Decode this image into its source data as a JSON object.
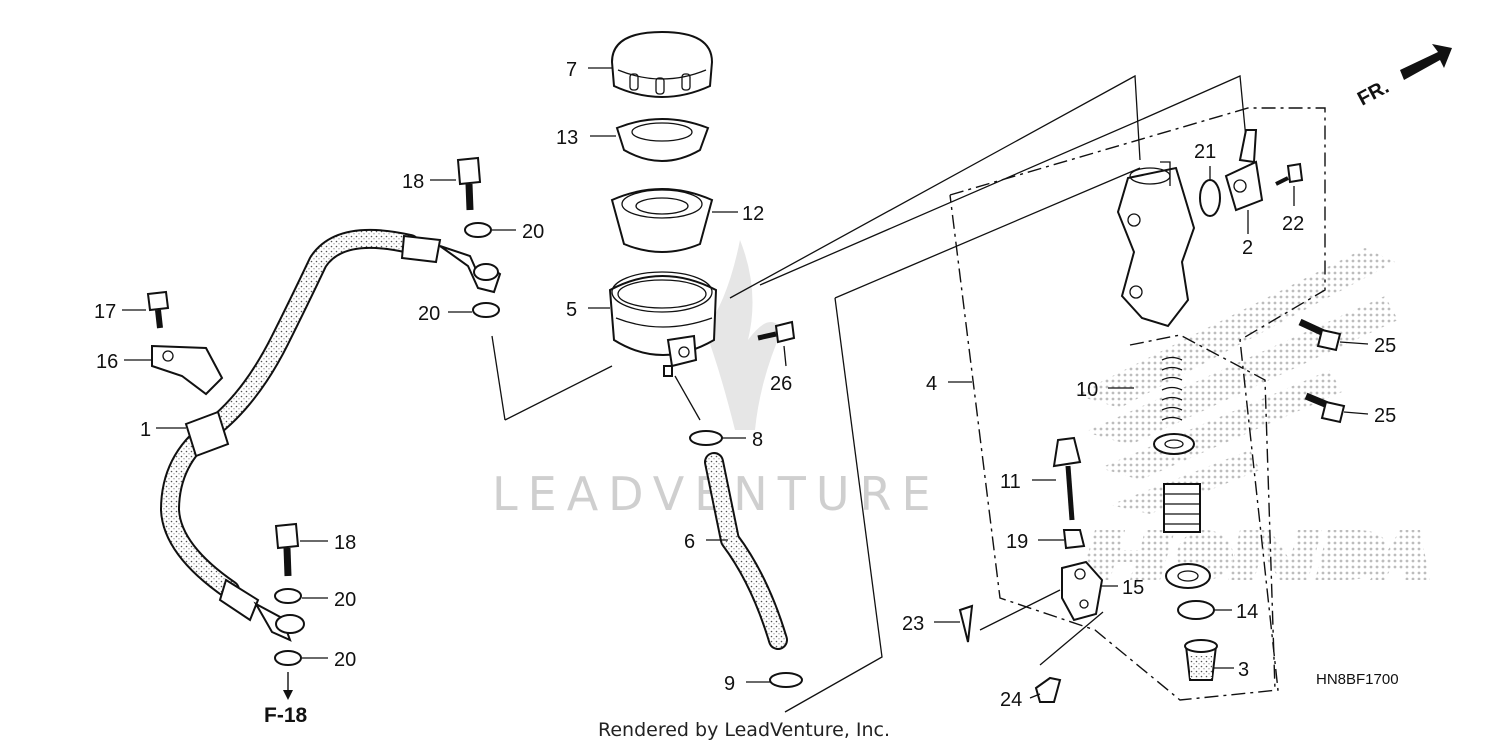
{
  "callouts": [
    {
      "id": "c7",
      "label": "7"
    },
    {
      "id": "c13",
      "label": "13"
    },
    {
      "id": "c12",
      "label": "12"
    },
    {
      "id": "c5",
      "label": "5"
    },
    {
      "id": "c26",
      "label": "26"
    },
    {
      "id": "c8",
      "label": "8"
    },
    {
      "id": "c6",
      "label": "6"
    },
    {
      "id": "c9",
      "label": "9"
    },
    {
      "id": "c18a",
      "label": "18"
    },
    {
      "id": "c20a",
      "label": "20"
    },
    {
      "id": "c20b",
      "label": "20"
    },
    {
      "id": "c17",
      "label": "17"
    },
    {
      "id": "c16",
      "label": "16"
    },
    {
      "id": "c1",
      "label": "1"
    },
    {
      "id": "c18b",
      "label": "18"
    },
    {
      "id": "c20c",
      "label": "20"
    },
    {
      "id": "c20d",
      "label": "20"
    },
    {
      "id": "c21",
      "label": "21"
    },
    {
      "id": "c22",
      "label": "22"
    },
    {
      "id": "c2",
      "label": "2"
    },
    {
      "id": "c25a",
      "label": "25"
    },
    {
      "id": "c25b",
      "label": "25"
    },
    {
      "id": "c4",
      "label": "4"
    },
    {
      "id": "c10",
      "label": "10"
    },
    {
      "id": "c11",
      "label": "11"
    },
    {
      "id": "c19",
      "label": "19"
    },
    {
      "id": "c15",
      "label": "15"
    },
    {
      "id": "c14",
      "label": "14"
    },
    {
      "id": "c3",
      "label": "3"
    },
    {
      "id": "c23",
      "label": "23"
    },
    {
      "id": "c24",
      "label": "24"
    }
  ],
  "reference": "F-18",
  "direction": "FR.",
  "diagram_code": "HN8BF1700",
  "credit": "Rendered by LeadVenture, Inc.",
  "watermark": "LEADVENTURE",
  "logo_text": "HONDA"
}
